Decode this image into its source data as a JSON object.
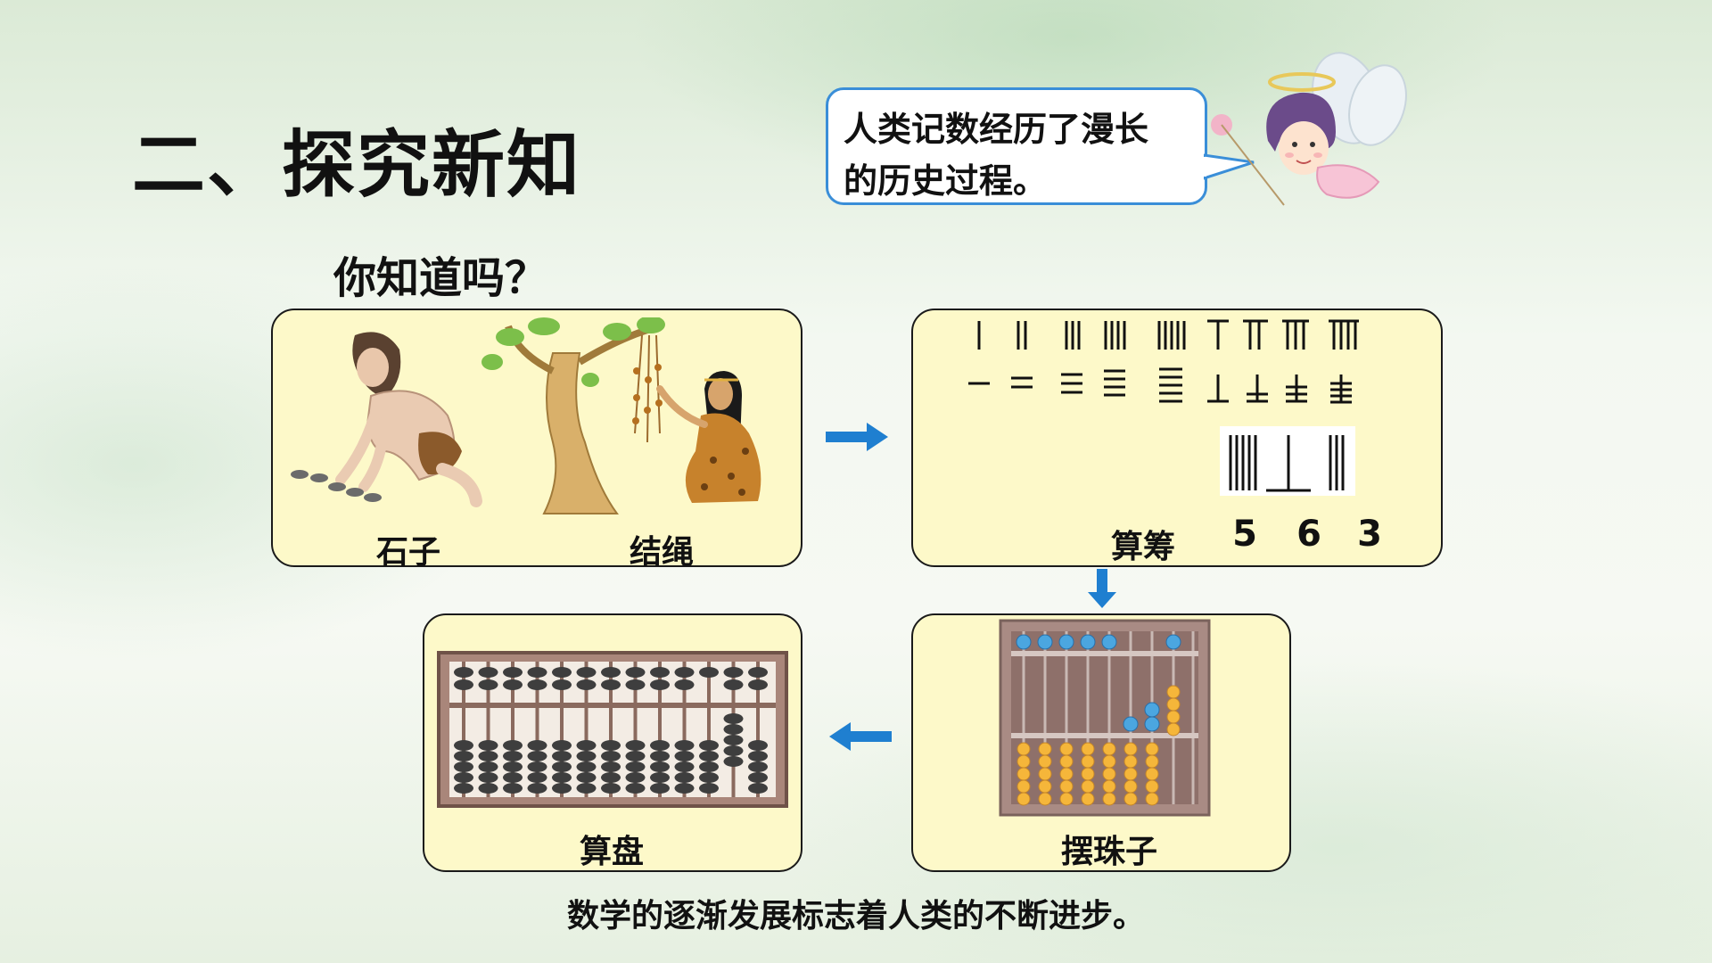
{
  "title": "二、探究新知",
  "subtitle": "你知道吗？",
  "bubble": {
    "line1": "人类记数经历了漫长",
    "line2": "的历史过程。"
  },
  "panels": {
    "stones_label": "石子",
    "knots_label": "结绳",
    "rods_label": "算筹",
    "rods_example": [
      "5",
      "6",
      "3"
    ],
    "abacus_label": "算盘",
    "beads_label": "摆珠子"
  },
  "footer": "数学的逐渐发展标志着人类的不断进步。",
  "colors": {
    "arrow": "#1f7fd0",
    "panel_fill": "#fdf9c9",
    "bubble_border": "#3a8ed8"
  }
}
